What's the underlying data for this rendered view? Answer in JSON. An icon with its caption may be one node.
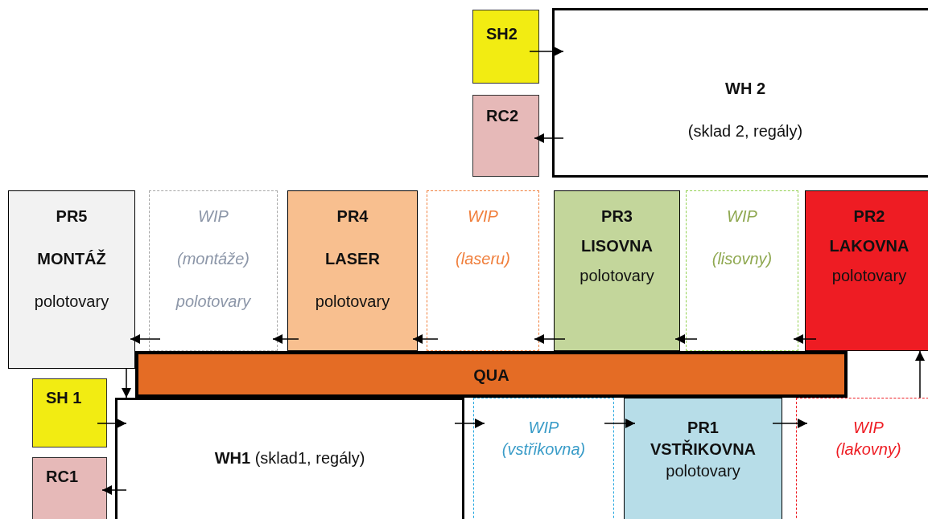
{
  "diagram": {
    "nodes": [
      {
        "text": [
          "SH2"
        ]
      },
      {
        "text": [
          "WH 2",
          "(sklad 2, regály)"
        ]
      },
      {
        "text": [
          "RC2"
        ]
      },
      {
        "text": [
          "PR5",
          "MONTÁŽ",
          "polotovary"
        ]
      },
      {
        "text": [
          "WIP",
          "(montáže)",
          "polotovary"
        ]
      },
      {
        "text": [
          "PR4",
          "LASER",
          "polotovary"
        ]
      },
      {
        "text": [
          "WIP",
          "(laseru)"
        ]
      },
      {
        "text": [
          "PR3",
          "LISOVNA",
          "polotovary"
        ]
      },
      {
        "text": [
          "WIP",
          "(lisovny)"
        ]
      },
      {
        "text": [
          "PR2",
          "LAKOVNA",
          "polotovary"
        ]
      },
      {
        "text": [
          "QUA"
        ]
      },
      {
        "text": [
          "SH 1"
        ]
      },
      {
        "text": [
          "**WH1** (sklad1, regály)"
        ]
      },
      {
        "text": [
          "WIP",
          "(vstřikovna)"
        ]
      },
      {
        "text": [
          "PR1",
          "VSTŘIKOVNA",
          "polotovary"
        ]
      },
      {
        "text": [
          "WIP",
          "(lakovny)"
        ]
      },
      {
        "text": [
          "RC1"
        ]
      }
    ],
    "edges": [
      {
        "from": 0,
        "to": 1,
        "arrow": "to"
      },
      {
        "from": 1,
        "to": 2,
        "arrow": "to"
      },
      {
        "from": 4,
        "to": 3,
        "arrow": "to"
      },
      {
        "from": 5,
        "to": 4,
        "arrow": "to"
      },
      {
        "from": 6,
        "to": 5,
        "arrow": "to"
      },
      {
        "from": 7,
        "to": 6,
        "arrow": "to"
      },
      {
        "from": 8,
        "to": 7,
        "arrow": "to"
      },
      {
        "from": 9,
        "to": 8,
        "arrow": "to"
      },
      {
        "from": 3,
        "to": 12,
        "arrow": "to"
      },
      {
        "from": 11,
        "to": 12,
        "arrow": "to"
      },
      {
        "from": 12,
        "to": 16,
        "arrow": "to"
      },
      {
        "from": 12,
        "to": 13,
        "arrow": "to"
      },
      {
        "from": 13,
        "to": 14,
        "arrow": "to"
      },
      {
        "from": 14,
        "to": 15,
        "arrow": "to"
      },
      {
        "from": 15,
        "to": 9,
        "arrow": "to"
      }
    ]
  }
}
